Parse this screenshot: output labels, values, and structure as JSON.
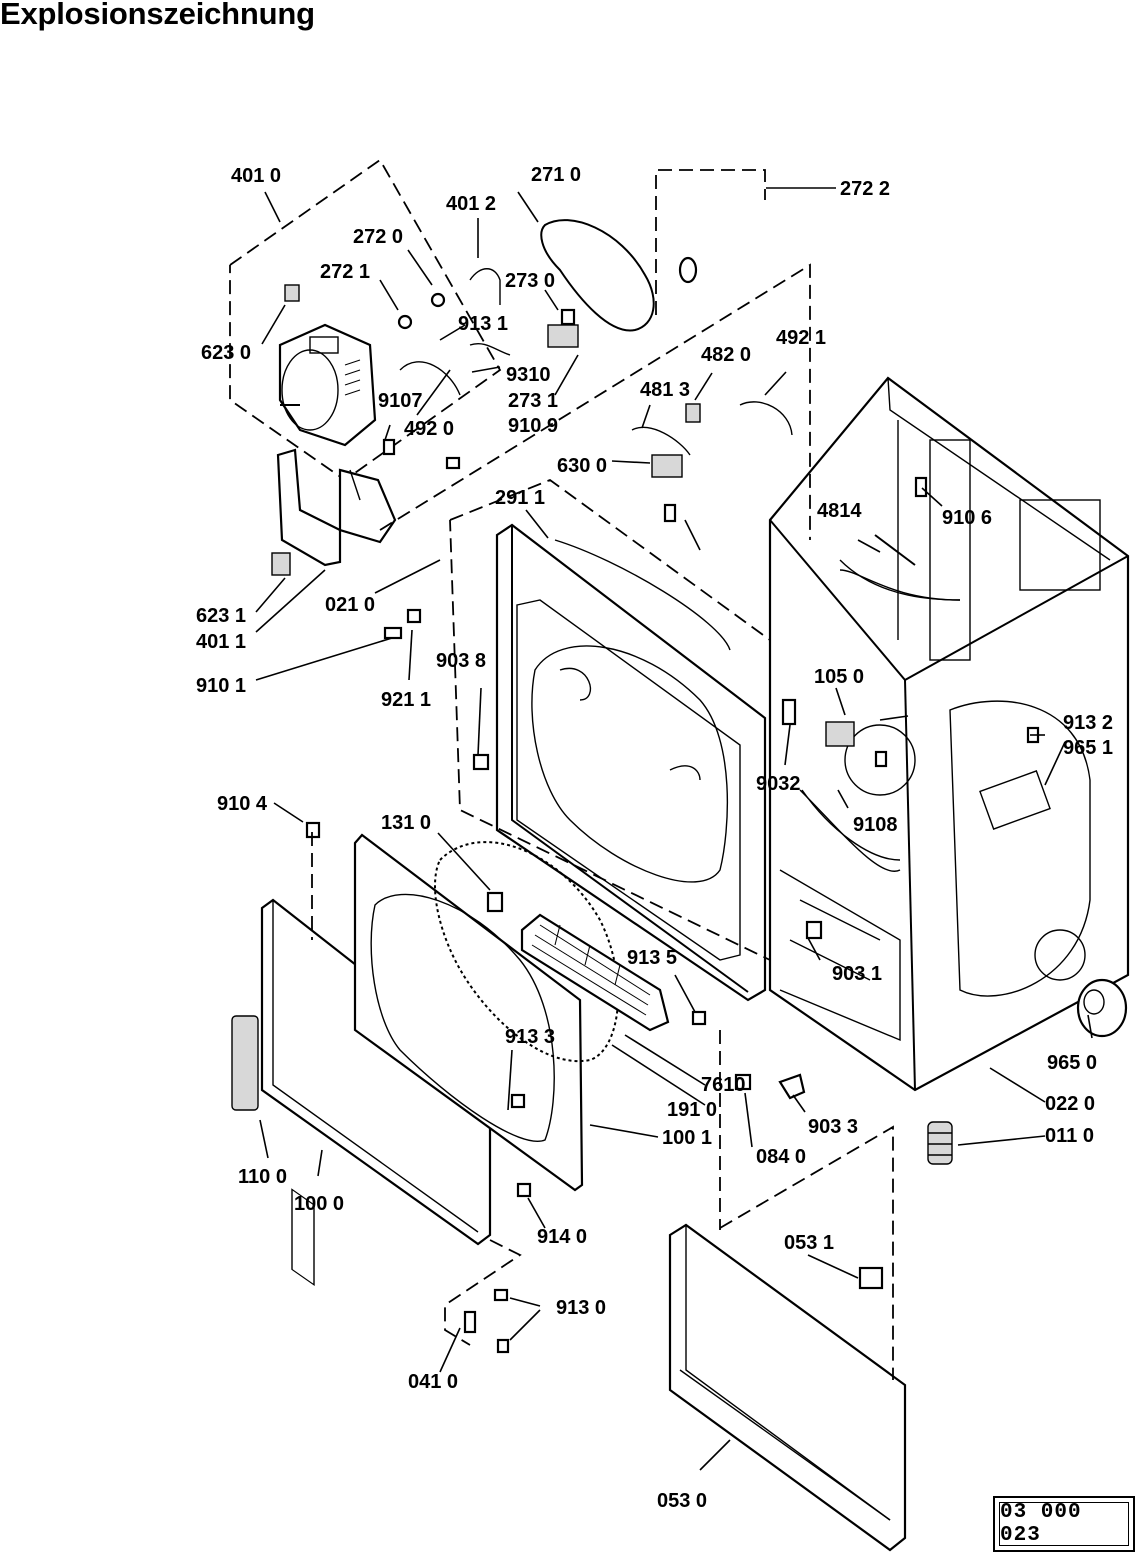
{
  "title": "Explosionszeichnung",
  "drawing_number": "03 000 023",
  "part_labels": [
    "401 0",
    "271 0",
    "272 2",
    "401 2",
    "272 0",
    "272 1",
    "273 0",
    "913 1",
    "623 0",
    "9310",
    "273 1",
    "482 0",
    "492 1",
    "481 3",
    "9107",
    "492 0",
    "910 9",
    "630 0",
    "291 1",
    "4814",
    "910 6",
    "623 1",
    "401 1",
    "021 0",
    "910 1",
    "921 1",
    "903 8",
    "105 0",
    "913 2",
    "965 1",
    "910 4",
    "131 0",
    "9032",
    "9108",
    "913 5",
    "903 1",
    "913 3",
    "7610",
    "191 0",
    "100 1",
    "965 0",
    "022 0",
    "084 0",
    "903 3",
    "011 0",
    "110 0",
    "100 0",
    "914 0",
    "053 1",
    "913 0",
    "041 0",
    "053 0"
  ]
}
